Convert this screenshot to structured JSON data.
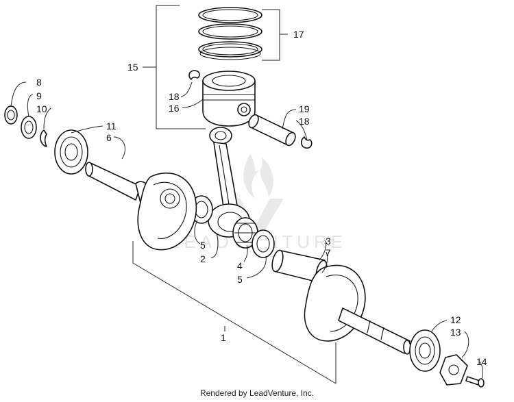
{
  "watermark": "LEADVENTURE",
  "footer": "Rendered by LeadVenture, Inc.",
  "callouts": {
    "c1": "1",
    "c2": "2",
    "c3": "3",
    "c4": "4",
    "c5a": "5",
    "c5b": "5",
    "c6": "6",
    "c7": "7",
    "c8": "8",
    "c9": "9",
    "c10": "10",
    "c11": "11",
    "c12": "12",
    "c13": "13",
    "c14": "14",
    "c15": "15",
    "c16": "16",
    "c17": "17",
    "c18a": "18",
    "c18b": "18",
    "c19": "19"
  }
}
